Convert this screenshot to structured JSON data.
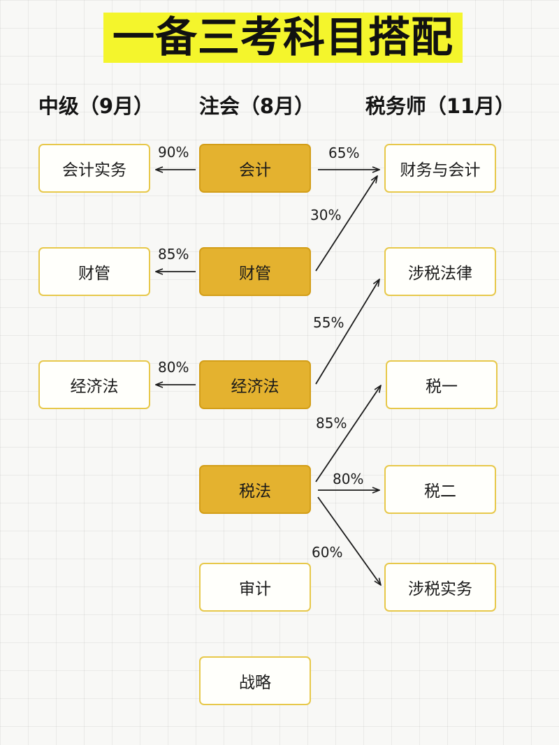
{
  "title": "一备三考科目搭配",
  "headers": {
    "left": "中级（9月）",
    "middle": "注会（8月）",
    "right": "税务师（11月）"
  },
  "left_boxes": [
    "会计实务",
    "财管",
    "经济法"
  ],
  "middle_boxes": [
    "会计",
    "财管",
    "经济法",
    "税法",
    "审计",
    "战略"
  ],
  "right_boxes": [
    "财务与会计",
    "涉税法律",
    "税一",
    "税二",
    "涉税实务"
  ],
  "links": [
    {
      "from": "会计",
      "to": "会计实务",
      "percent": "90%"
    },
    {
      "from": "财管",
      "to": "财管",
      "percent": "85%"
    },
    {
      "from": "经济法",
      "to": "经济法",
      "percent": "80%"
    },
    {
      "from": "会计",
      "to": "财务与会计",
      "percent": "65%"
    },
    {
      "from": "财管",
      "to": "财务与会计",
      "percent": "30%"
    },
    {
      "from": "经济法",
      "to": "涉税法律",
      "percent": "55%"
    },
    {
      "from": "税法",
      "to": "税一",
      "percent": "85%"
    },
    {
      "from": "税法",
      "to": "税二",
      "percent": "80%"
    },
    {
      "from": "税法",
      "to": "涉税实务",
      "percent": "60%"
    }
  ],
  "colors": {
    "title_highlight": "#f4f52c",
    "filled_box": "#e4b22f",
    "box_border": "#e7c84a",
    "arrow": "#1a1a1a"
  }
}
